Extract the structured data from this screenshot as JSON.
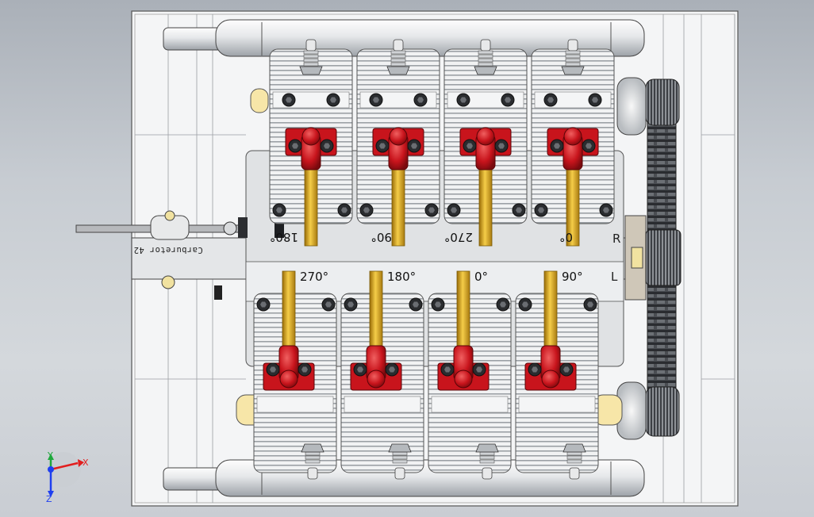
{
  "viewport": {
    "background": "#c7ccd2",
    "model_description": ""
  },
  "bank_r": {
    "side_label": "R",
    "cylinders": [
      {
        "angle": "180°"
      },
      {
        "angle": "90°"
      },
      {
        "angle": "270°"
      },
      {
        "angle": "0°"
      }
    ]
  },
  "bank_l": {
    "side_label": "L",
    "cylinders": [
      {
        "angle": "270°"
      },
      {
        "angle": "180°"
      },
      {
        "angle": "0°"
      },
      {
        "angle": "90°"
      }
    ]
  },
  "carburetor": {
    "label": "Carburetor 42"
  },
  "triad": {
    "x": "X",
    "y": "Y",
    "z": "Z"
  },
  "colors": {
    "rocker": "#c8141c",
    "pushrod": "#d9a21a",
    "fins": "#e6e8ea",
    "frame": "#f4f5f6",
    "axis_x": "#e21e1e",
    "axis_y": "#1fa83c",
    "axis_z": "#1f3ff0"
  }
}
